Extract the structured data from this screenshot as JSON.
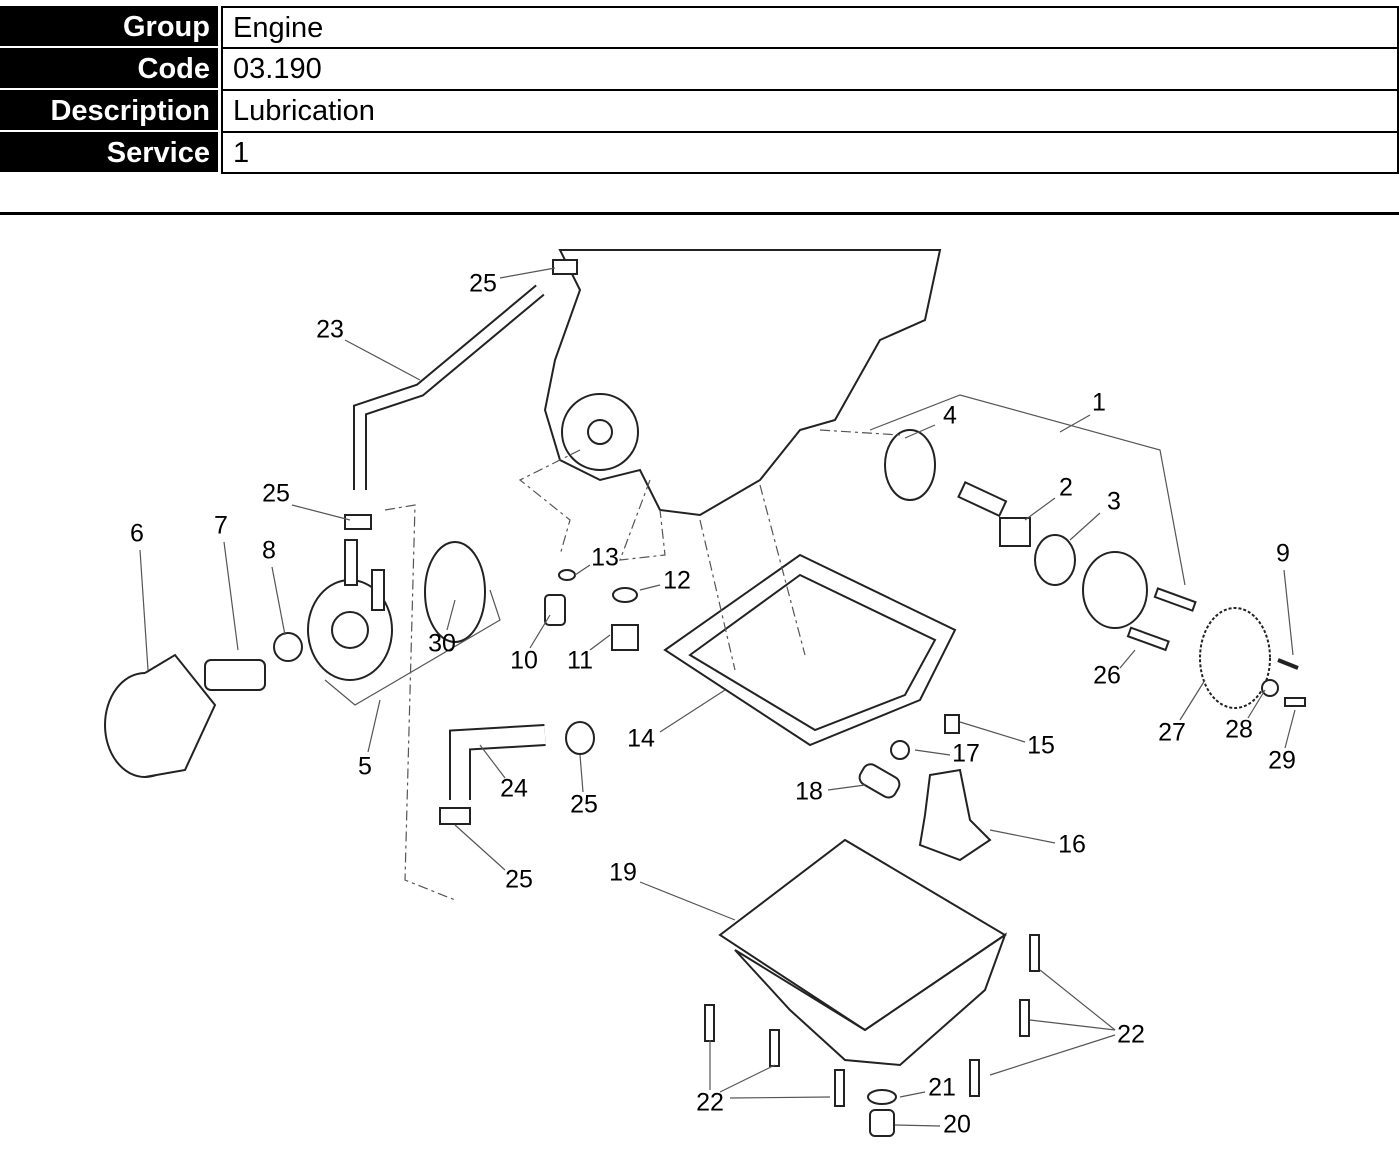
{
  "header": {
    "rows": [
      {
        "label": "Group",
        "value": "Engine"
      },
      {
        "label": "Code",
        "value": "03.190"
      },
      {
        "label": "Description",
        "value": "Lubrication"
      },
      {
        "label": "Service",
        "value": "1"
      }
    ]
  },
  "diagram": {
    "callouts": [
      "25",
      "23",
      "4",
      "1",
      "2",
      "3",
      "9",
      "25",
      "6",
      "7",
      "8",
      "13",
      "12",
      "30",
      "10",
      "11",
      "26",
      "27",
      "28",
      "29",
      "14",
      "15",
      "17",
      "5",
      "24",
      "25",
      "18",
      "16",
      "25",
      "19",
      "22",
      "22",
      "21",
      "20"
    ]
  }
}
